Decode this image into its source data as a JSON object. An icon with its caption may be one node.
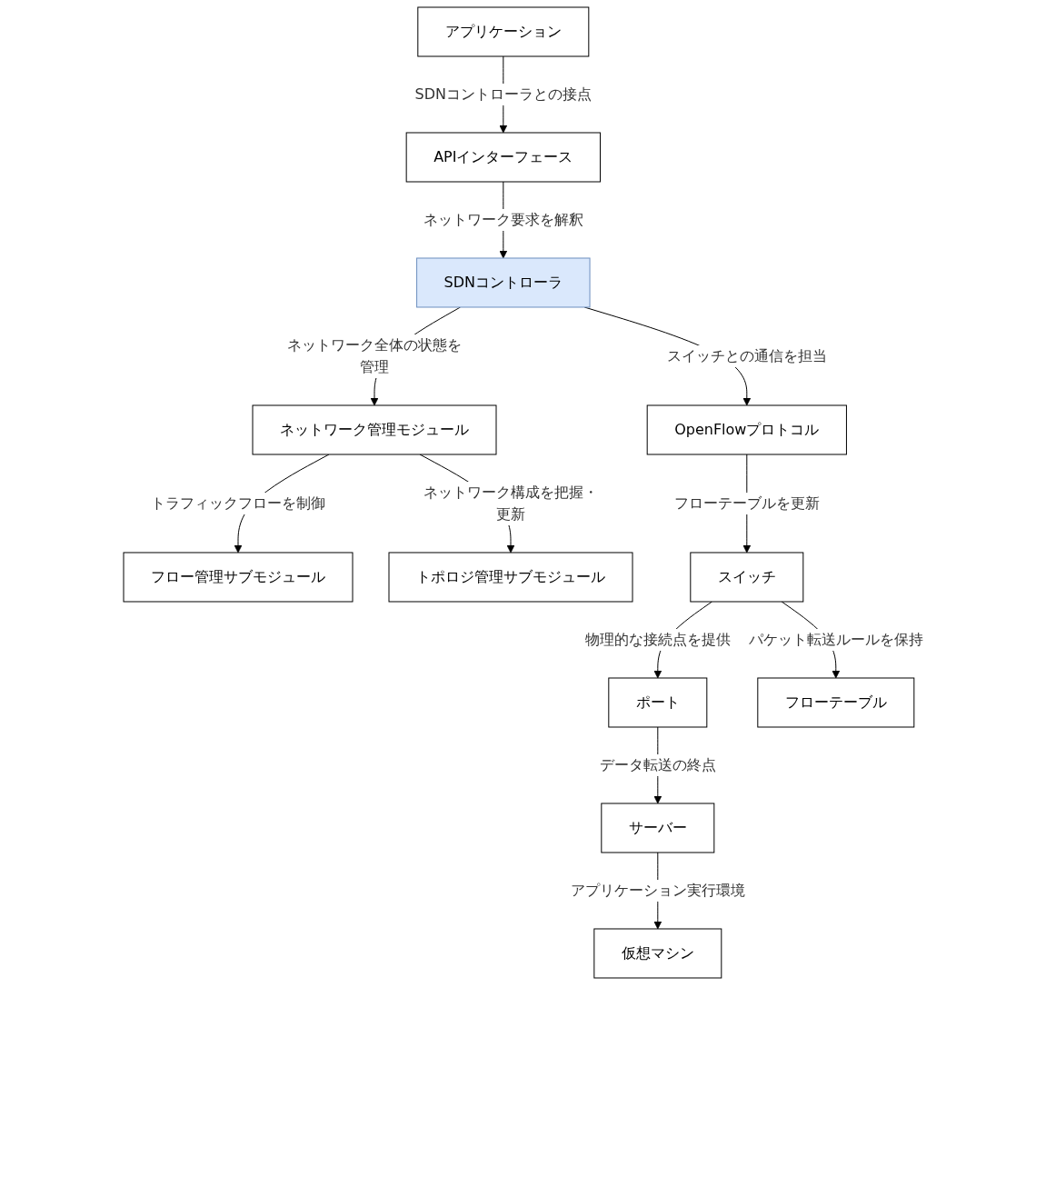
{
  "diagram": {
    "nodes": [
      {
        "text": [
          "アプリケーション"
        ]
      },
      {
        "text": [
          "APIインターフェース"
        ]
      },
      {
        "text": [
          "SDNコントローラ"
        ]
      },
      {
        "text": [
          "OpenFlowプロトコル"
        ]
      },
      {
        "text": [
          "ネットワーク管理モジュール"
        ]
      },
      {
        "text": [
          "フロー管理サブモジュール"
        ]
      },
      {
        "text": [
          "トポロジ管理サブモジュール"
        ]
      },
      {
        "text": [
          "スイッチ"
        ]
      },
      {
        "text": [
          "ポート"
        ]
      },
      {
        "text": [
          "フローテーブル"
        ]
      },
      {
        "text": [
          "サーバー"
        ]
      },
      {
        "text": [
          "仮想マシン"
        ]
      }
    ],
    "edges": [
      {
        "from": 0,
        "to": 1,
        "arrow": "to",
        "label": "SDNコントローラとの接点"
      },
      {
        "from": 1,
        "to": 2,
        "arrow": "to",
        "label": "ネットワーク要求を解釈"
      },
      {
        "from": 2,
        "to": 3,
        "arrow": "to",
        "label": "スイッチとの通信を担当"
      },
      {
        "from": 2,
        "to": 4,
        "arrow": "to",
        "label": "ネットワーク全体の状態を管理"
      },
      {
        "from": 4,
        "to": 5,
        "arrow": "to",
        "label": "トラフィックフローを制御"
      },
      {
        "from": 4,
        "to": 6,
        "arrow": "to",
        "label": "ネットワーク構成を把握・更新"
      },
      {
        "from": 3,
        "to": 7,
        "arrow": "to",
        "label": "フローテーブルを更新"
      },
      {
        "from": 7,
        "to": 8,
        "arrow": "to",
        "label": "物理的な接続点を提供"
      },
      {
        "from": 7,
        "to": 9,
        "arrow": "to",
        "label": "パケット転送ルールを保持"
      },
      {
        "from": 8,
        "to": 10,
        "arrow": "to",
        "label": "データ転送の終点"
      },
      {
        "from": 10,
        "to": 11,
        "arrow": "to",
        "label": "アプリケーション実行環境"
      }
    ]
  }
}
